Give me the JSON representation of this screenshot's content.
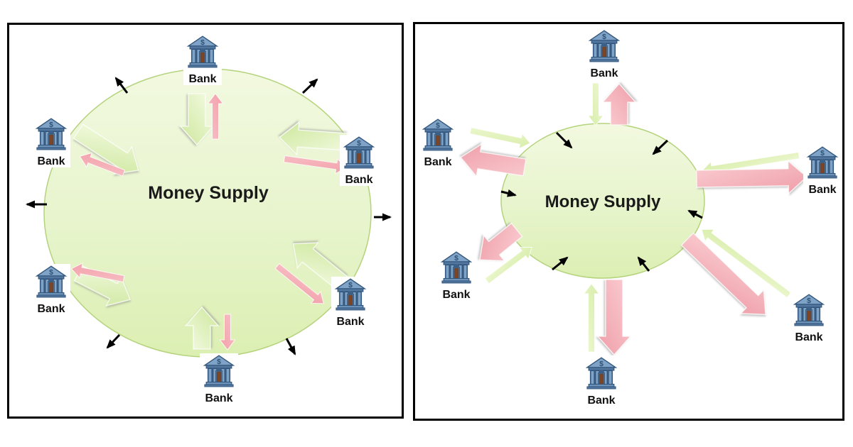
{
  "left_panel": {
    "title": "Money Supply",
    "banks": [
      {
        "position": "top",
        "label": "Bank"
      },
      {
        "position": "upper-left",
        "label": "Bank"
      },
      {
        "position": "upper-right",
        "label": "Bank"
      },
      {
        "position": "lower-left",
        "label": "Bank"
      },
      {
        "position": "bottom",
        "label": "Bank"
      },
      {
        "position": "lower-right",
        "label": "Bank"
      }
    ]
  },
  "right_panel": {
    "title": "Money Supply",
    "banks": [
      {
        "position": "top",
        "label": "Bank"
      },
      {
        "position": "left",
        "label": "Bank"
      },
      {
        "position": "right",
        "label": "Bank"
      },
      {
        "position": "lower-left",
        "label": "Bank"
      },
      {
        "position": "bottom",
        "label": "Bank"
      },
      {
        "position": "lower-right",
        "label": "Bank"
      }
    ]
  },
  "bank_icon": {
    "symbol": "$"
  },
  "colors": {
    "ellipse_fill_top": "#f0f8dd",
    "ellipse_fill_bottom": "#dcefb4",
    "ellipse_border": "#b5d37d",
    "green_inflow_arrow": "#d9eda6",
    "pink_outflow_arrow": "#f4a9b2",
    "black_arrow": "#000000",
    "panel_border": "#000000",
    "bank_icon_blue": "#6f95bb",
    "bank_door_brown": "#7b4526",
    "title_color": "#1a1a1a"
  }
}
